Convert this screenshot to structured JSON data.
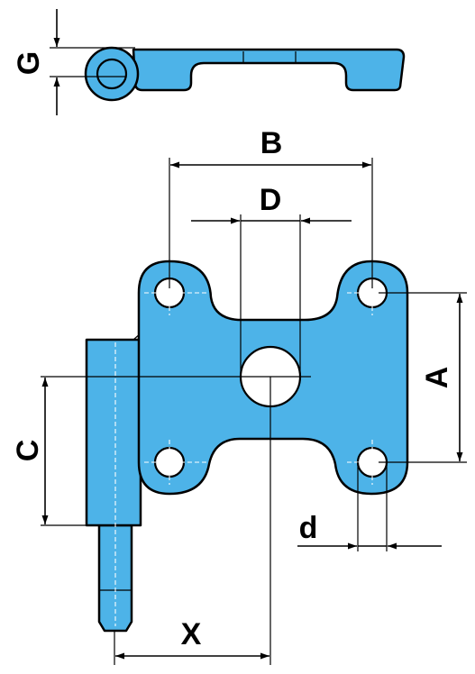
{
  "diagram": {
    "colors": {
      "part_fill": "#4db3e8",
      "outline": "#000000",
      "background": "#ffffff"
    },
    "labels": {
      "G": "G",
      "B": "B",
      "D": "D",
      "A": "A",
      "C": "C",
      "d": "d",
      "X": "X"
    }
  }
}
